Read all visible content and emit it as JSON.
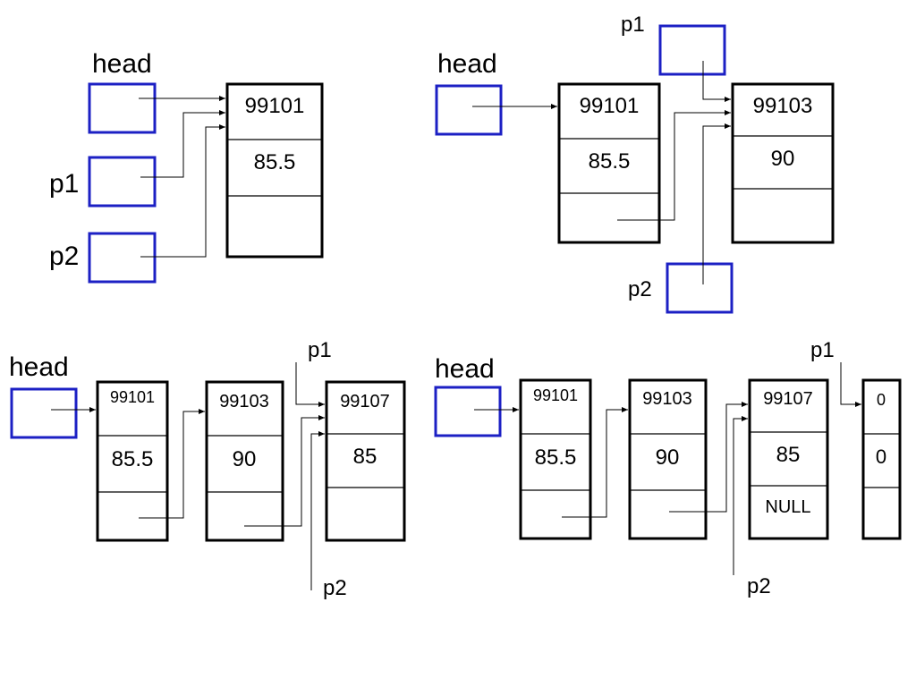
{
  "colors": {
    "pointer_box": "#1c20c4",
    "node_border": "#000000",
    "line": "#000000"
  },
  "diagrams": [
    {
      "labels": {
        "head": "head",
        "p1": "p1",
        "p2": "p2"
      },
      "nodes": [
        {
          "num": "99101",
          "score": "85.5",
          "next": ""
        }
      ]
    },
    {
      "labels": {
        "head": "head",
        "p1": "p1",
        "p2": "p2"
      },
      "nodes": [
        {
          "num": "99101",
          "score": "85.5",
          "next": ""
        },
        {
          "num": "99103",
          "score": "90",
          "next": ""
        }
      ]
    },
    {
      "labels": {
        "head": "head",
        "p1": "p1",
        "p2": "p2"
      },
      "nodes": [
        {
          "num": "99101",
          "score": "85.5",
          "next": ""
        },
        {
          "num": "99103",
          "score": "90",
          "next": ""
        },
        {
          "num": "99107",
          "score": "85",
          "next": ""
        }
      ]
    },
    {
      "labels": {
        "head": "head",
        "p1": "p1",
        "p2": "p2"
      },
      "nodes": [
        {
          "num": "99101",
          "score": "85.5",
          "next": ""
        },
        {
          "num": "99103",
          "score": "90",
          "next": ""
        },
        {
          "num": "99107",
          "score": "85",
          "next": "NULL"
        },
        {
          "num": "0",
          "score": "0",
          "next": ""
        }
      ]
    }
  ]
}
